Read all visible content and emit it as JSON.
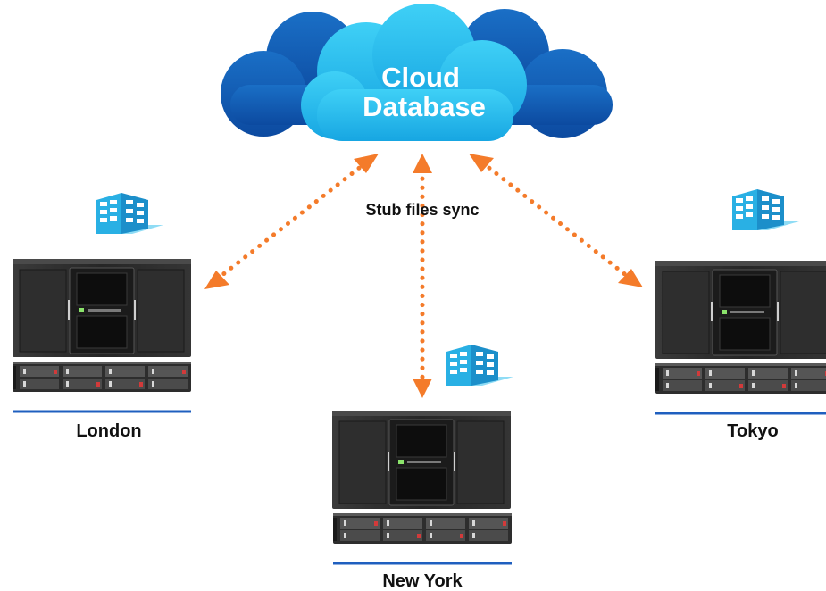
{
  "cloud": {
    "line1": "Cloud",
    "line2": "Database"
  },
  "sync_label": "Stub files sync",
  "sites": [
    {
      "name": "London",
      "icon": "office-building-icon"
    },
    {
      "name": "New York",
      "icon": "office-building-icon"
    },
    {
      "name": "Tokyo",
      "icon": "office-building-icon"
    }
  ],
  "colors": {
    "cloud_dark": "#0f56ad",
    "cloud_light": "#1fb6ec",
    "arrow": "#f47b2a",
    "network_line": "#1f5fbf",
    "building": "#29b0e4",
    "server": "#2b2b2b"
  }
}
